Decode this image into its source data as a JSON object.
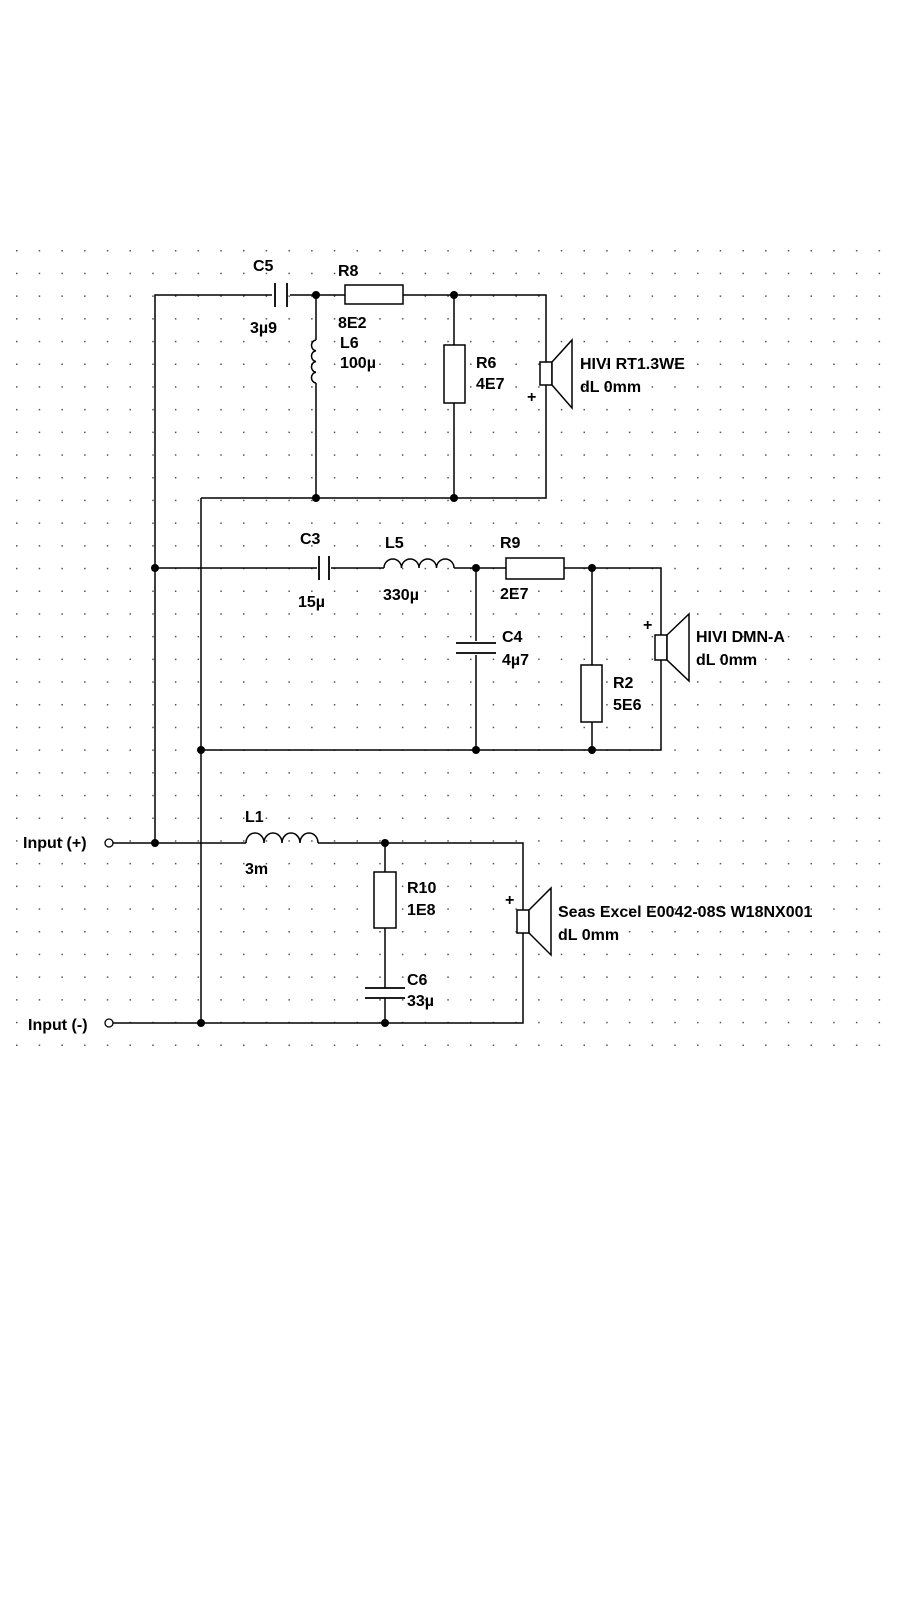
{
  "schematic": {
    "components": {
      "C5": {
        "name": "C5",
        "value": "3µ9"
      },
      "R8": {
        "name": "R8",
        "value": "8E2"
      },
      "L6": {
        "name": "L6",
        "value": "100µ"
      },
      "R6": {
        "name": "R6",
        "value": "4E7"
      },
      "C3": {
        "name": "C3",
        "value": "15µ"
      },
      "L5": {
        "name": "L5",
        "value": "330µ"
      },
      "R9": {
        "name": "R9",
        "value": "2E7"
      },
      "C4": {
        "name": "C4",
        "value": "4µ7"
      },
      "R2": {
        "name": "R2",
        "value": "5E6"
      },
      "L1": {
        "name": "L1",
        "value": "3m"
      },
      "R10": {
        "name": "R10",
        "value": "1E8"
      },
      "C6": {
        "name": "C6",
        "value": "33µ"
      }
    },
    "drivers": {
      "tweeter": {
        "name": "HIVI RT1.3WE",
        "delay": "dL 0mm"
      },
      "mid": {
        "name": "HIVI DMN-A",
        "delay": "dL 0mm"
      },
      "woofer": {
        "name": "Seas Excel E0042-08S W18NX001",
        "delay": "dL 0mm"
      }
    },
    "polarity_mark": "+",
    "ports": {
      "input_plus": "Input (+)",
      "input_minus": "Input (-)"
    }
  }
}
